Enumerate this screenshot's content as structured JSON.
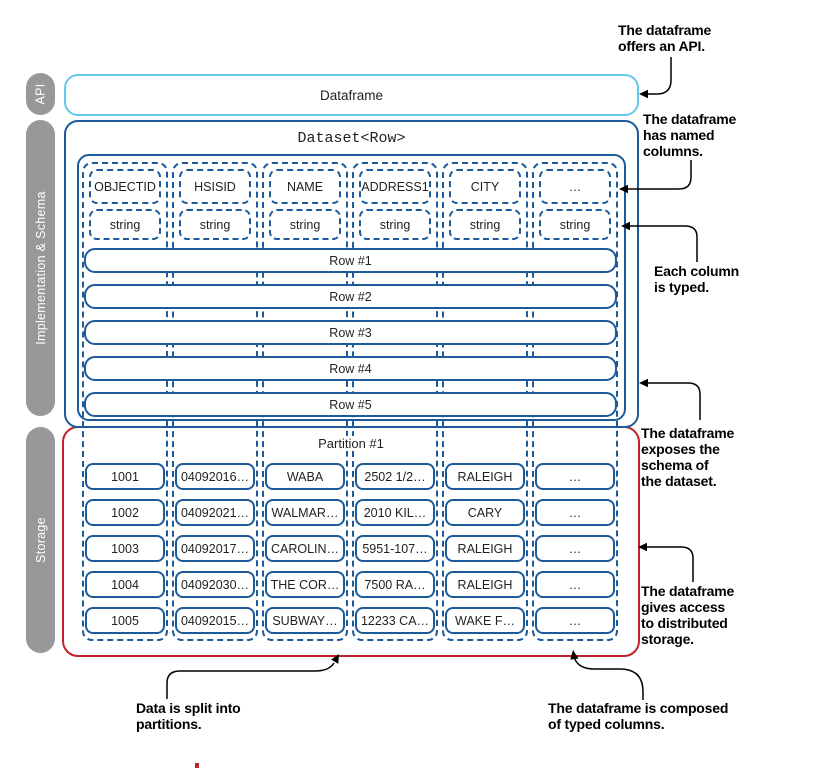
{
  "sections": [
    {
      "id": "api",
      "label": "API"
    },
    {
      "id": "implementation-schema",
      "label": "Implementation & Schema"
    },
    {
      "id": "storage",
      "label": "Storage"
    }
  ],
  "labels": {
    "dataframe": "Dataframe",
    "dataset": "Dataset<Row>",
    "partition": "Partition #1"
  },
  "schema": {
    "columns": [
      {
        "name": "OBJECTID",
        "type": "string"
      },
      {
        "name": "HSISID",
        "type": "string"
      },
      {
        "name": "NAME",
        "type": "string"
      },
      {
        "name": "ADDRESS1",
        "type": "string"
      },
      {
        "name": "CITY",
        "type": "string"
      },
      {
        "name": "…",
        "type": "string"
      }
    ]
  },
  "rows": [
    "Row #1",
    "Row #2",
    "Row #3",
    "Row #4",
    "Row #5"
  ],
  "partition_data": [
    [
      "1001",
      "04092016…",
      "WABA",
      "2502 1/2…",
      "RALEIGH",
      "…"
    ],
    [
      "1002",
      "04092021…",
      "WALMAR…",
      "2010 KIL…",
      "CARY",
      "…"
    ],
    [
      "1003",
      "04092017…",
      "CAROLIN…",
      "5951-107…",
      "RALEIGH",
      "…"
    ],
    [
      "1004",
      "04092030…",
      "THE COR…",
      "7500 RA…",
      "RALEIGH",
      "…"
    ],
    [
      "1005",
      "04092015…",
      "SUBWAY…",
      "12233 CA…",
      "WAKE F…",
      "…"
    ]
  ],
  "annotations": [
    {
      "id": "offers-api",
      "lines": [
        "The dataframe",
        "offers an API."
      ]
    },
    {
      "id": "named-columns",
      "lines": [
        "The dataframe",
        "has named",
        "columns."
      ]
    },
    {
      "id": "column-typed",
      "lines": [
        "Each column",
        "is typed."
      ]
    },
    {
      "id": "exposes-schema",
      "lines": [
        "The dataframe",
        "exposes the",
        "schema of",
        "the dataset."
      ]
    },
    {
      "id": "distributed-storage",
      "lines": [
        "The dataframe",
        "gives access",
        "to distributed",
        "storage."
      ]
    },
    {
      "id": "split-partitions",
      "lines": [
        "Data is split into",
        "partitions."
      ]
    },
    {
      "id": "typed-columns",
      "lines": [
        "The dataframe is composed",
        "of typed columns."
      ]
    }
  ],
  "colors": {
    "dark_blue": "#1d5a99",
    "light_blue": "#62c8f0",
    "red": "#bf2329",
    "gray": "#96989a"
  }
}
